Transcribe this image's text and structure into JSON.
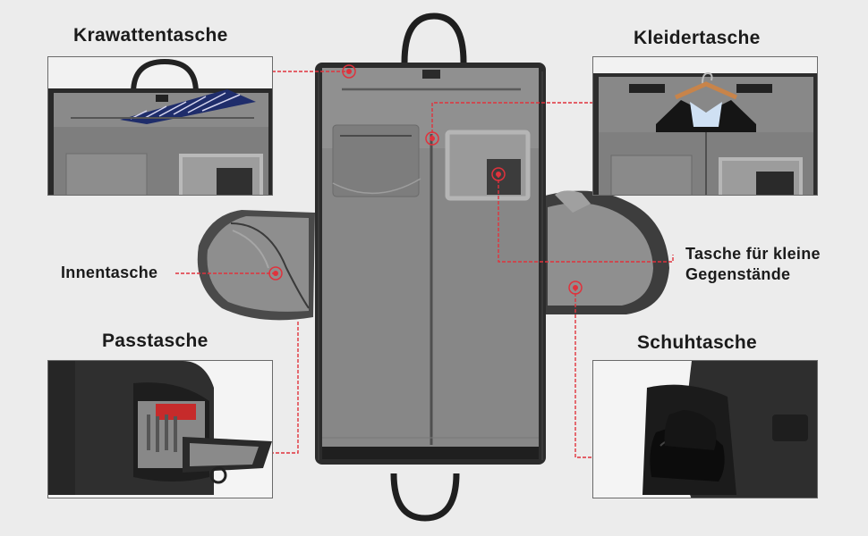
{
  "labels": {
    "tie_pocket": "Krawattentasche",
    "garment_pocket": "Kleidertasche",
    "inner_pocket": "Innentasche",
    "small_items_line1": "Tasche für kleine",
    "small_items_line2": "Gegenstände",
    "passport_pocket": "Passtasche",
    "shoe_pocket": "Schuhtasche"
  },
  "colors": {
    "background": "#ececec",
    "lining": "#8c8c8c",
    "leader_line": "#e0323c",
    "bag_fabric": "#2c2c2c",
    "label_text": "#1b1b1b"
  },
  "icons": {
    "callout_marker": "red-target-dot"
  }
}
